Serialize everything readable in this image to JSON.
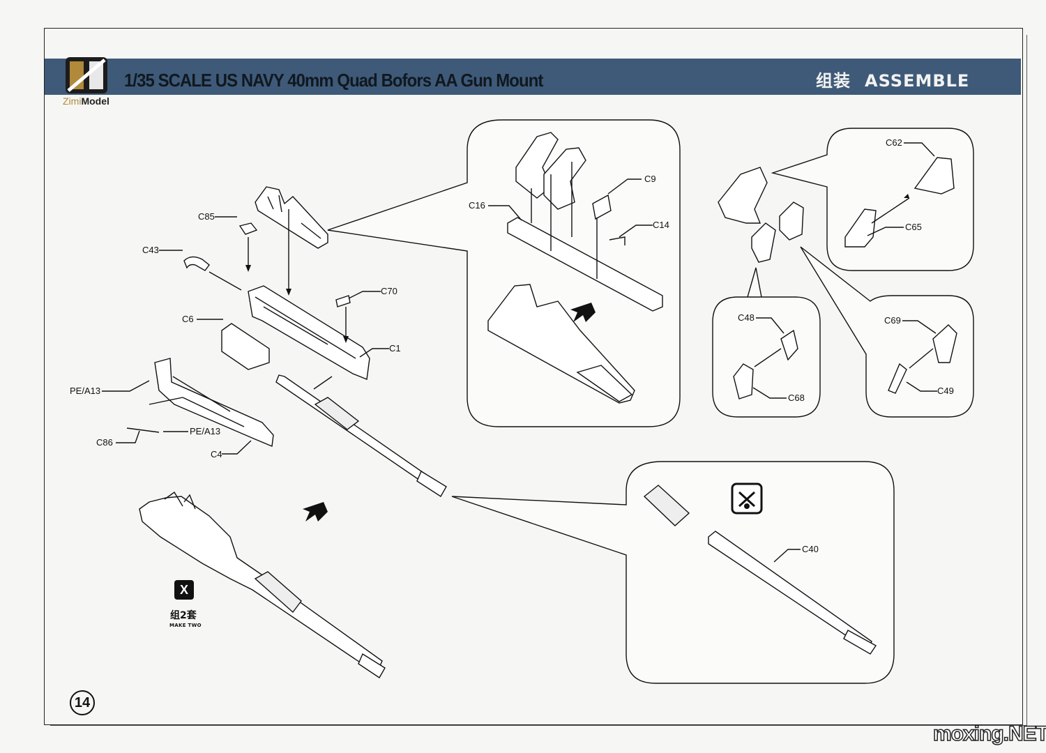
{
  "header": {
    "title": "1/35 SCALE US NAVY 40mm Quad Bofors AA Gun Mount",
    "section_cn": "组装",
    "section_en": "ASSEMBLE",
    "logo_text_a": "Zimi",
    "logo_text_b": "Model"
  },
  "parts": {
    "c85": "C85",
    "c43": "C43",
    "c70": "C70",
    "c6": "C6",
    "c1": "C1",
    "pe_a13_left": "PE/A13",
    "pe_a13_mid": "PE/A13",
    "c86": "C86",
    "c4": "C4",
    "c16": "C16",
    "c9": "C9",
    "c14": "C14",
    "c62": "C62",
    "c65": "C65",
    "c48": "C48",
    "c68": "C68",
    "c69": "C69",
    "c49": "C49",
    "c40": "C40"
  },
  "make_two": {
    "badge": "X",
    "cn": "组2套",
    "en": "MAKE TWO"
  },
  "page_number": "14",
  "watermark": "moxing.NET"
}
